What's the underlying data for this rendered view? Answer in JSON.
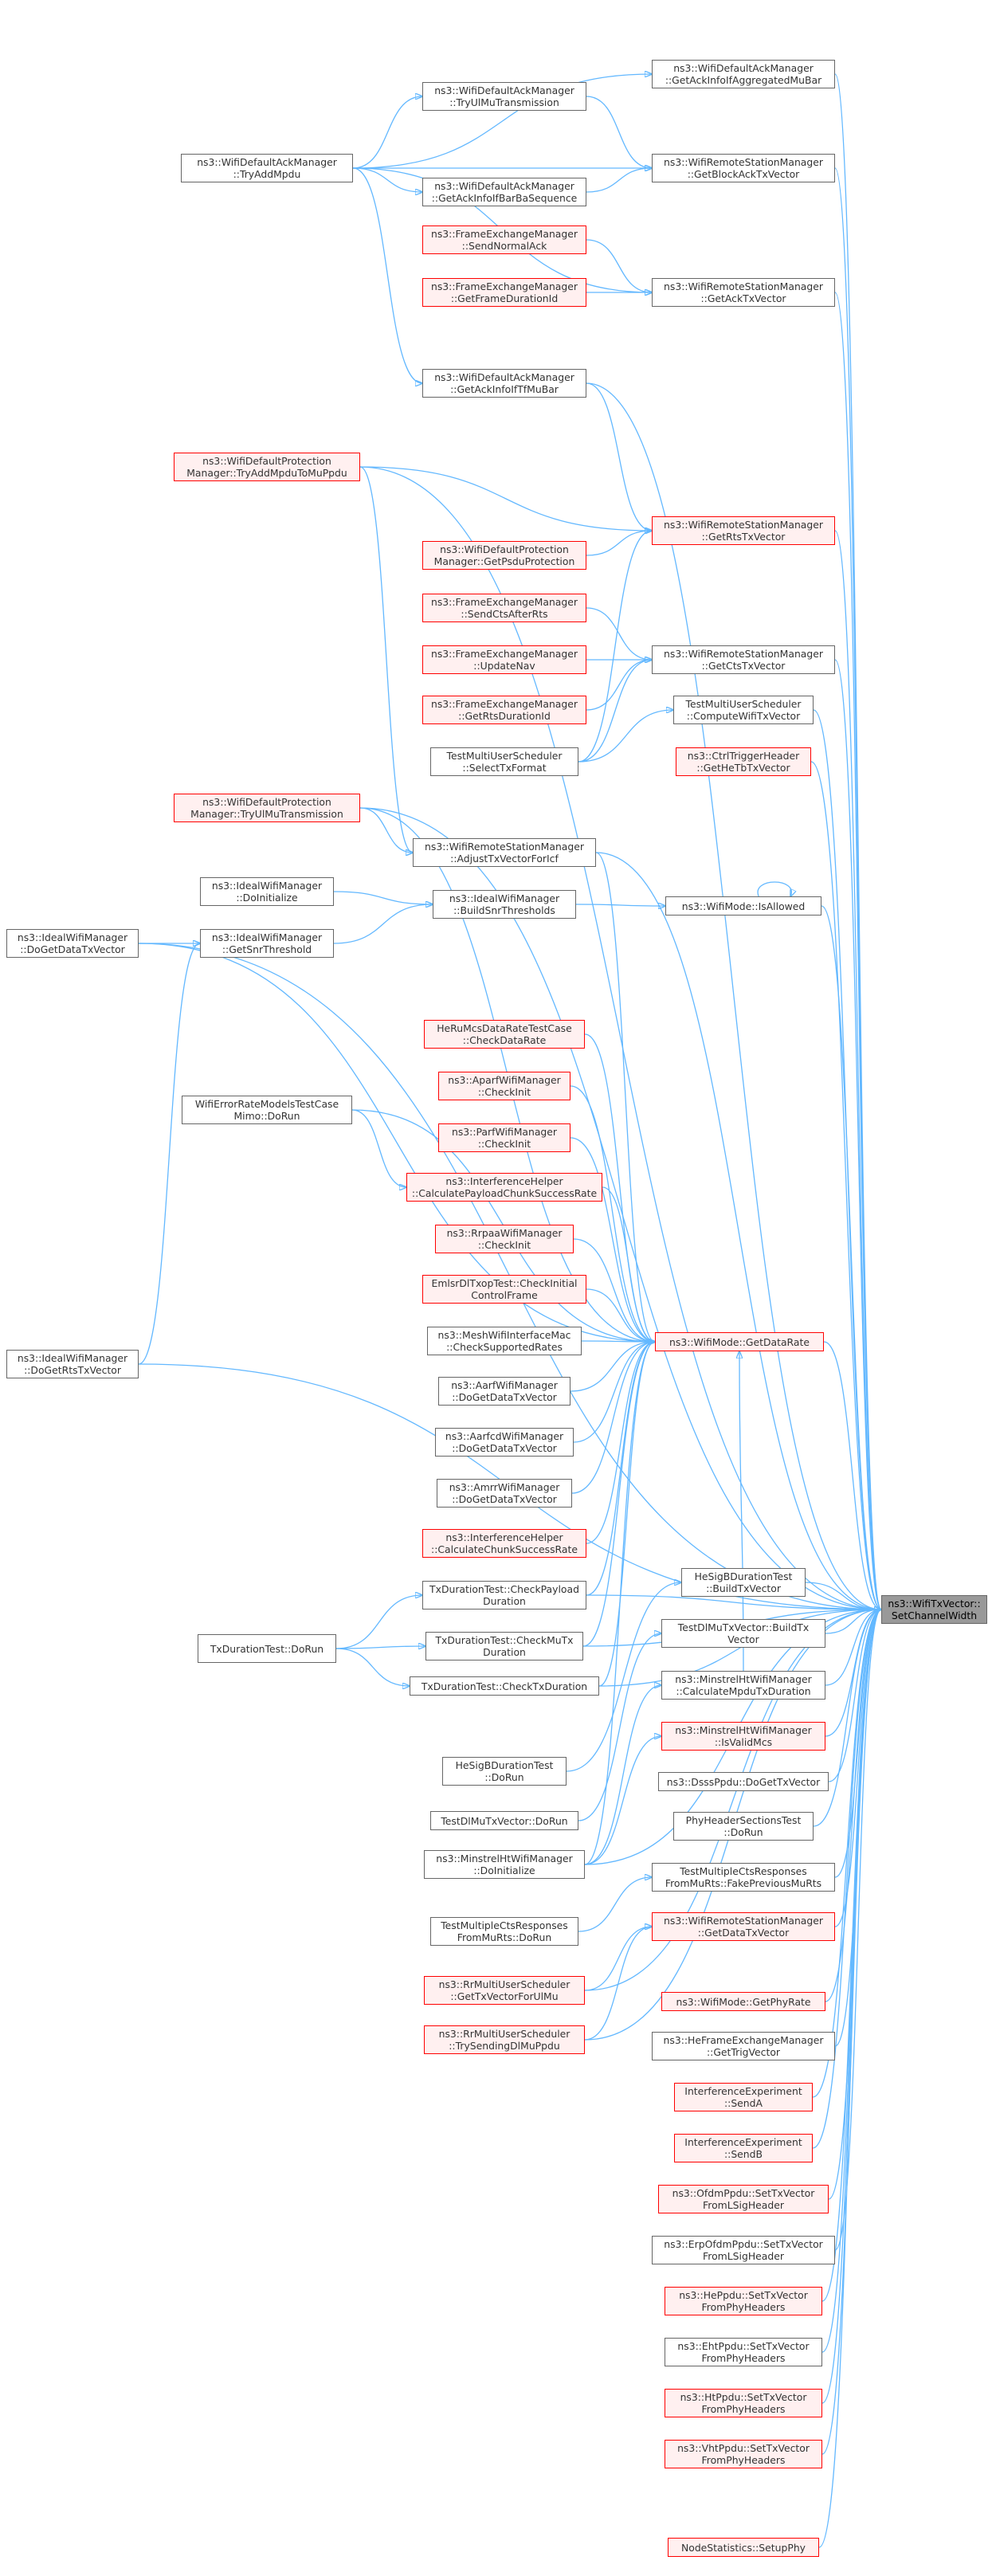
{
  "graph": {
    "colors": {
      "edge": "#63b8ff",
      "node_border": "#666666",
      "highlight_border": "#ff0000",
      "highlight_fill": "#fff0f0",
      "root_fill": "#999999"
    },
    "nodes": [
      {
        "id": "root",
        "lines": [
          "ns3::WifiTxVector::",
          "SetChannelWidth"
        ],
        "style": "root"
      },
      {
        "id": "a1",
        "lines": [
          "ns3::WifiDefaultAckManager",
          "::GetAckInfoIfAggregatedMuBar"
        ],
        "style": "normal"
      },
      {
        "id": "a2",
        "lines": [
          "ns3::WifiDefaultAckManager",
          "::TryUlMuTransmission"
        ],
        "style": "normal"
      },
      {
        "id": "a3",
        "lines": [
          "ns3::WifiDefaultAckManager",
          "::TryAddMpdu"
        ],
        "style": "normal"
      },
      {
        "id": "a4",
        "lines": [
          "ns3::WifiRemoteStationManager",
          "::GetBlockAckTxVector"
        ],
        "style": "normal"
      },
      {
        "id": "a5",
        "lines": [
          "ns3::WifiDefaultAckManager",
          "::GetAckInfoIfBarBaSequence"
        ],
        "style": "normal"
      },
      {
        "id": "a6",
        "lines": [
          "ns3::FrameExchangeManager",
          "::SendNormalAck"
        ],
        "style": "highlight"
      },
      {
        "id": "a7",
        "lines": [
          "ns3::WifiRemoteStationManager",
          "::GetAckTxVector"
        ],
        "style": "normal"
      },
      {
        "id": "a8",
        "lines": [
          "ns3::FrameExchangeManager",
          "::GetFrameDurationId"
        ],
        "style": "highlight"
      },
      {
        "id": "a9",
        "lines": [
          "ns3::WifiDefaultAckManager",
          "::GetAckInfoIfTfMuBar"
        ],
        "style": "normal"
      },
      {
        "id": "b1",
        "lines": [
          "ns3::WifiDefaultProtection",
          "Manager::TryAddMpduToMuPpdu"
        ],
        "style": "highlight"
      },
      {
        "id": "b2",
        "lines": [
          "ns3::WifiRemoteStationManager",
          "::GetRtsTxVector"
        ],
        "style": "highlight"
      },
      {
        "id": "b3",
        "lines": [
          "ns3::WifiDefaultProtection",
          "Manager::GetPsduProtection"
        ],
        "style": "highlight"
      },
      {
        "id": "b4",
        "lines": [
          "ns3::FrameExchangeManager",
          "::SendCtsAfterRts"
        ],
        "style": "highlight"
      },
      {
        "id": "b5",
        "lines": [
          "ns3::WifiRemoteStationManager",
          "::GetCtsTxVector"
        ],
        "style": "normal"
      },
      {
        "id": "b6",
        "lines": [
          "ns3::FrameExchangeManager",
          "::UpdateNav"
        ],
        "style": "highlight"
      },
      {
        "id": "b7",
        "lines": [
          "ns3::FrameExchangeManager",
          "::GetRtsDurationId"
        ],
        "style": "highlight"
      },
      {
        "id": "b8",
        "lines": [
          "TestMultiUserScheduler",
          "::ComputeWifiTxVector"
        ],
        "style": "normal"
      },
      {
        "id": "b9",
        "lines": [
          "TestMultiUserScheduler",
          "::SelectTxFormat"
        ],
        "style": "normal"
      },
      {
        "id": "b10",
        "lines": [
          "ns3::CtrlTriggerHeader",
          "::GetHeTbTxVector"
        ],
        "style": "highlight"
      },
      {
        "id": "b11",
        "lines": [
          "ns3::WifiDefaultProtection",
          "Manager::TryUlMuTransmission"
        ],
        "style": "highlight"
      },
      {
        "id": "b12",
        "lines": [
          "ns3::WifiRemoteStationManager",
          "::AdjustTxVectorForIcf"
        ],
        "style": "normal"
      },
      {
        "id": "c1",
        "lines": [
          "ns3::IdealWifiManager",
          "::DoInitialize"
        ],
        "style": "normal"
      },
      {
        "id": "c2",
        "lines": [
          "ns3::IdealWifiManager",
          "::BuildSnrThresholds"
        ],
        "style": "normal"
      },
      {
        "id": "c3",
        "lines": [
          "ns3::WifiMode::IsAllowed"
        ],
        "style": "normal"
      },
      {
        "id": "c4",
        "lines": [
          "ns3::IdealWifiManager",
          "::DoGetDataTxVector"
        ],
        "style": "normal"
      },
      {
        "id": "c5",
        "lines": [
          "ns3::IdealWifiManager",
          "::GetSnrThreshold"
        ],
        "style": "normal"
      },
      {
        "id": "d1",
        "lines": [
          "HeRuMcsDataRateTestCase",
          "::CheckDataRate"
        ],
        "style": "highlight"
      },
      {
        "id": "d2",
        "lines": [
          "ns3::AparfWifiManager",
          "::CheckInit"
        ],
        "style": "highlight"
      },
      {
        "id": "d3",
        "lines": [
          "WifiErrorRateModelsTestCase",
          "Mimo::DoRun"
        ],
        "style": "normal"
      },
      {
        "id": "d4",
        "lines": [
          "ns3::ParfWifiManager",
          "::CheckInit"
        ],
        "style": "highlight"
      },
      {
        "id": "d5",
        "lines": [
          "ns3::InterferenceHelper",
          "::CalculatePayloadChunkSuccessRate"
        ],
        "style": "highlight"
      },
      {
        "id": "d6",
        "lines": [
          "ns3::RrpaaWifiManager",
          "::CheckInit"
        ],
        "style": "highlight"
      },
      {
        "id": "d7",
        "lines": [
          "EmlsrDlTxopTest::CheckInitial",
          "ControlFrame"
        ],
        "style": "highlight"
      },
      {
        "id": "d8",
        "lines": [
          "ns3::MeshWifiInterfaceMac",
          "::CheckSupportedRates"
        ],
        "style": "normal"
      },
      {
        "id": "d9",
        "lines": [
          "ns3::WifiMode::GetDataRate"
        ],
        "style": "highlight"
      },
      {
        "id": "d10",
        "lines": [
          "ns3::IdealWifiManager",
          "::DoGetRtsTxVector"
        ],
        "style": "normal"
      },
      {
        "id": "d11",
        "lines": [
          "ns3::AarfWifiManager",
          "::DoGetDataTxVector"
        ],
        "style": "normal"
      },
      {
        "id": "d12",
        "lines": [
          "ns3::AarfcdWifiManager",
          "::DoGetDataTxVector"
        ],
        "style": "normal"
      },
      {
        "id": "d13",
        "lines": [
          "ns3::AmrrWifiManager",
          "::DoGetDataTxVector"
        ],
        "style": "normal"
      },
      {
        "id": "d14",
        "lines": [
          "ns3::InterferenceHelper",
          "::CalculateChunkSuccessRate"
        ],
        "style": "highlight"
      },
      {
        "id": "e1",
        "lines": [
          "TxDurationTest::CheckPayload",
          "Duration"
        ],
        "style": "normal"
      },
      {
        "id": "e2",
        "lines": [
          "HeSigBDurationTest",
          "::BuildTxVector"
        ],
        "style": "normal"
      },
      {
        "id": "e3",
        "lines": [
          "TxDurationTest::DoRun"
        ],
        "style": "normal"
      },
      {
        "id": "e4",
        "lines": [
          "TxDurationTest::CheckMuTx",
          "Duration"
        ],
        "style": "normal"
      },
      {
        "id": "e5",
        "lines": [
          "TestDlMuTxVector::BuildTx",
          "Vector"
        ],
        "style": "normal"
      },
      {
        "id": "e6",
        "lines": [
          "TxDurationTest::CheckTxDuration"
        ],
        "style": "normal"
      },
      {
        "id": "e7",
        "lines": [
          "ns3::MinstrelHtWifiManager",
          "::CalculateMpduTxDuration"
        ],
        "style": "normal"
      },
      {
        "id": "e8",
        "lines": [
          "ns3::MinstrelHtWifiManager",
          "::IsValidMcs"
        ],
        "style": "highlight"
      },
      {
        "id": "e9",
        "lines": [
          "HeSigBDurationTest",
          "::DoRun"
        ],
        "style": "normal"
      },
      {
        "id": "e10",
        "lines": [
          "ns3::DsssPpdu::DoGetTxVector"
        ],
        "style": "normal"
      },
      {
        "id": "e11",
        "lines": [
          "TestDlMuTxVector::DoRun"
        ],
        "style": "normal"
      },
      {
        "id": "e12",
        "lines": [
          "PhyHeaderSectionsTest",
          "::DoRun"
        ],
        "style": "normal"
      },
      {
        "id": "e13",
        "lines": [
          "ns3::MinstrelHtWifiManager",
          "::DoInitialize"
        ],
        "style": "normal"
      },
      {
        "id": "e14",
        "lines": [
          "TestMultipleCtsResponses",
          "FromMuRts::FakePreviousMuRts"
        ],
        "style": "normal"
      },
      {
        "id": "e15",
        "lines": [
          "TestMultipleCtsResponses",
          "FromMuRts::DoRun"
        ],
        "style": "normal"
      },
      {
        "id": "f1",
        "lines": [
          "ns3::RrMultiUserScheduler",
          "::GetTxVectorForUlMu"
        ],
        "style": "highlight"
      },
      {
        "id": "f2",
        "lines": [
          "ns3::WifiRemoteStationManager",
          "::GetDataTxVector"
        ],
        "style": "highlight"
      },
      {
        "id": "f3",
        "lines": [
          "ns3::RrMultiUserScheduler",
          "::TrySendingDlMuPpdu"
        ],
        "style": "highlight"
      },
      {
        "id": "f4",
        "lines": [
          "ns3::WifiMode::GetPhyRate"
        ],
        "style": "highlight"
      },
      {
        "id": "f5",
        "lines": [
          "ns3::HeFrameExchangeManager",
          "::GetTrigVector"
        ],
        "style": "normal"
      },
      {
        "id": "f6",
        "lines": [
          "InterferenceExperiment",
          "::SendA"
        ],
        "style": "highlight"
      },
      {
        "id": "f7",
        "lines": [
          "InterferenceExperiment",
          "::SendB"
        ],
        "style": "highlight"
      },
      {
        "id": "f8",
        "lines": [
          "ns3::OfdmPpdu::SetTxVector",
          "FromLSigHeader"
        ],
        "style": "highlight"
      },
      {
        "id": "f9",
        "lines": [
          "ns3::ErpOfdmPpdu::SetTxVector",
          "FromLSigHeader"
        ],
        "style": "normal"
      },
      {
        "id": "f10",
        "lines": [
          "ns3::HePpdu::SetTxVector",
          "FromPhyHeaders"
        ],
        "style": "highlight"
      },
      {
        "id": "f11",
        "lines": [
          "ns3::EhtPpdu::SetTxVector",
          "FromPhyHeaders"
        ],
        "style": "normal"
      },
      {
        "id": "f12",
        "lines": [
          "ns3::HtPpdu::SetTxVector",
          "FromPhyHeaders"
        ],
        "style": "highlight"
      },
      {
        "id": "f13",
        "lines": [
          "ns3::VhtPpdu::SetTxVector",
          "FromPhyHeaders"
        ],
        "style": "highlight"
      },
      {
        "id": "f14",
        "lines": [
          "NodeStatistics::SetupPhy"
        ],
        "style": "highlight"
      }
    ],
    "edges": [
      [
        "a3",
        "a1"
      ],
      [
        "a3",
        "a2"
      ],
      [
        "a3",
        "a5"
      ],
      [
        "a3",
        "a4"
      ],
      [
        "a3",
        "a7"
      ],
      [
        "a3",
        "a9"
      ],
      [
        "a2",
        "a4"
      ],
      [
        "a5",
        "a4"
      ],
      [
        "a6",
        "a7"
      ],
      [
        "a8",
        "a7"
      ],
      [
        "a9",
        "b2"
      ],
      [
        "b1",
        "b2"
      ],
      [
        "b3",
        "b2"
      ],
      [
        "b9",
        "b2"
      ],
      [
        "b4",
        "b5"
      ],
      [
        "b6",
        "b5"
      ],
      [
        "b7",
        "b5"
      ],
      [
        "b9",
        "b5"
      ],
      [
        "b9",
        "b8"
      ],
      [
        "b1",
        "b12"
      ],
      [
        "b11",
        "b12"
      ],
      [
        "c1",
        "c2"
      ],
      [
        "c5",
        "c2"
      ],
      [
        "c2",
        "c3"
      ],
      [
        "c3",
        "c3"
      ],
      [
        "c4",
        "c5"
      ],
      [
        "d10",
        "c5"
      ],
      [
        "d3",
        "d5"
      ],
      [
        "d1",
        "d9"
      ],
      [
        "d2",
        "d9"
      ],
      [
        "d4",
        "d9"
      ],
      [
        "d5",
        "d9"
      ],
      [
        "d6",
        "d9"
      ],
      [
        "d7",
        "d9"
      ],
      [
        "d8",
        "d9"
      ],
      [
        "d11",
        "d9"
      ],
      [
        "d12",
        "d9"
      ],
      [
        "d13",
        "d9"
      ],
      [
        "d14",
        "d9"
      ],
      [
        "e1",
        "d9"
      ],
      [
        "e4",
        "d9"
      ],
      [
        "e6",
        "d9"
      ],
      [
        "e7",
        "d9"
      ],
      [
        "e13",
        "d9"
      ],
      [
        "c4",
        "d9"
      ],
      [
        "b12",
        "d9"
      ],
      [
        "b11",
        "d9"
      ],
      [
        "d3",
        "d9"
      ],
      [
        "e3",
        "e1"
      ],
      [
        "e3",
        "e4"
      ],
      [
        "e3",
        "e6"
      ],
      [
        "e9",
        "e2"
      ],
      [
        "e11",
        "e5"
      ],
      [
        "e13",
        "e7"
      ],
      [
        "e13",
        "e8"
      ],
      [
        "e15",
        "e14"
      ],
      [
        "f1",
        "f2"
      ],
      [
        "f3",
        "f2"
      ],
      [
        "a1",
        "root"
      ],
      [
        "a4",
        "root"
      ],
      [
        "a7",
        "root"
      ],
      [
        "a9",
        "root"
      ],
      [
        "b1",
        "root"
      ],
      [
        "b2",
        "root"
      ],
      [
        "b5",
        "root"
      ],
      [
        "b8",
        "root"
      ],
      [
        "b10",
        "root"
      ],
      [
        "b11",
        "root"
      ],
      [
        "b12",
        "root"
      ],
      [
        "c3",
        "root"
      ],
      [
        "c4",
        "root"
      ],
      [
        "d9",
        "root"
      ],
      [
        "d10",
        "root"
      ],
      [
        "e1",
        "root"
      ],
      [
        "e2",
        "root"
      ],
      [
        "e4",
        "root"
      ],
      [
        "e5",
        "root"
      ],
      [
        "e6",
        "root"
      ],
      [
        "e7",
        "root"
      ],
      [
        "e8",
        "root"
      ],
      [
        "e10",
        "root"
      ],
      [
        "e12",
        "root"
      ],
      [
        "e13",
        "root"
      ],
      [
        "e14",
        "root"
      ],
      [
        "f1",
        "root"
      ],
      [
        "f2",
        "root"
      ],
      [
        "f3",
        "root"
      ],
      [
        "f4",
        "root"
      ],
      [
        "f5",
        "root"
      ],
      [
        "f6",
        "root"
      ],
      [
        "f7",
        "root"
      ],
      [
        "f8",
        "root"
      ],
      [
        "f9",
        "root"
      ],
      [
        "f10",
        "root"
      ],
      [
        "f11",
        "root"
      ],
      [
        "f12",
        "root"
      ],
      [
        "f13",
        "root"
      ],
      [
        "f14",
        "root"
      ]
    ]
  }
}
